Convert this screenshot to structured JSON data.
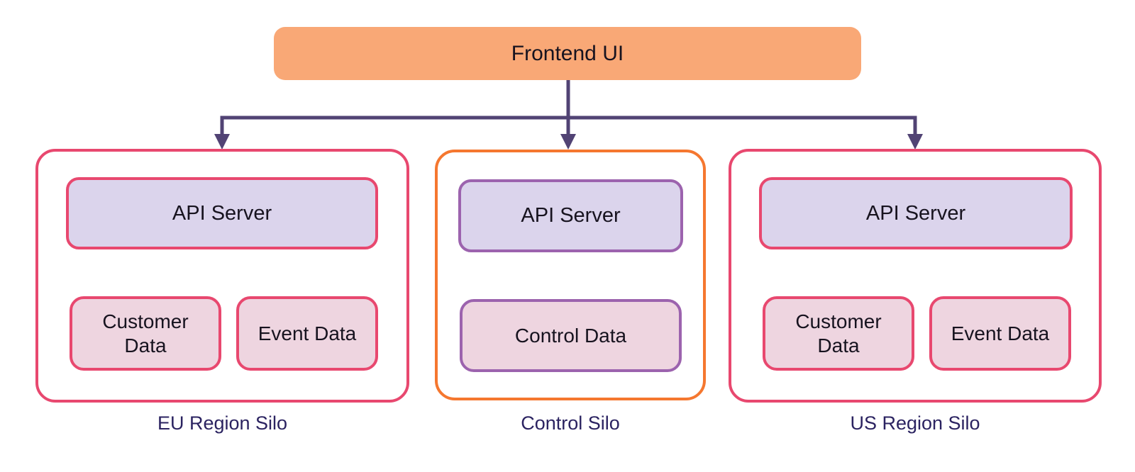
{
  "diagram": {
    "frontend": {
      "label": "Frontend UI"
    },
    "silos": [
      {
        "caption": "EU Region Silo",
        "api_label": "API Server",
        "data_boxes": [
          {
            "label": "Customer Data"
          },
          {
            "label": "Event Data"
          }
        ]
      },
      {
        "caption": "Control Silo",
        "api_label": "API Server",
        "data_boxes": [
          {
            "label": "Control Data"
          }
        ]
      },
      {
        "caption": "US Region Silo",
        "api_label": "API Server",
        "data_boxes": [
          {
            "label": "Customer Data"
          },
          {
            "label": "Event Data"
          }
        ]
      }
    ]
  },
  "colors": {
    "pink_border": "#e8486f",
    "orange_border": "#f5772f",
    "purple_border": "#9c63ae",
    "orange_fill": "#f9a876",
    "lavender_fill": "#dbd4ec",
    "pink_fill": "#eed5e0",
    "arrow": "#514374",
    "caption_text": "#2b2361",
    "node_text": "#17131f",
    "background": "#ffffff"
  }
}
